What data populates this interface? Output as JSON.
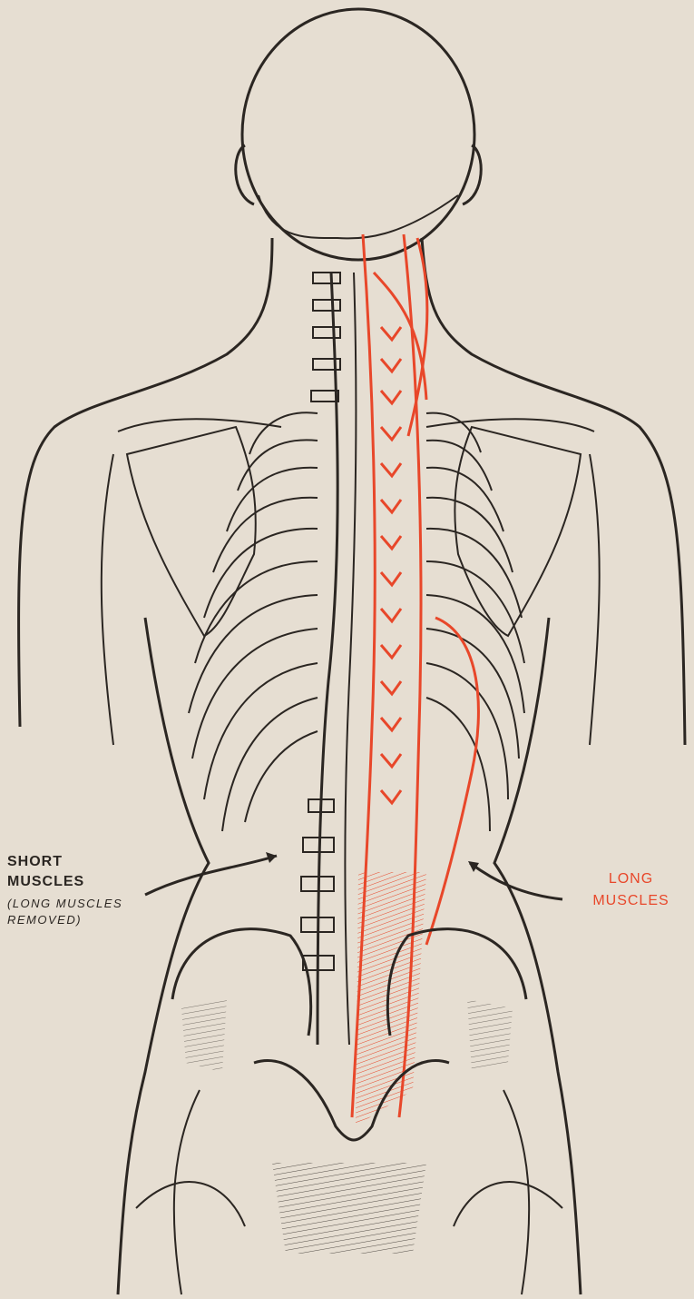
{
  "labels": {
    "short": {
      "line1": "SHORT",
      "line2": "MUSCLES",
      "note1": "(LONG MUSCLES",
      "note2": "REMOVED)"
    },
    "long": {
      "line1": "LONG",
      "line2": "MUSCLES"
    }
  },
  "colors": {
    "paper": "#e6ded2",
    "ink": "#2b2622",
    "muscle": "#e8472a"
  }
}
